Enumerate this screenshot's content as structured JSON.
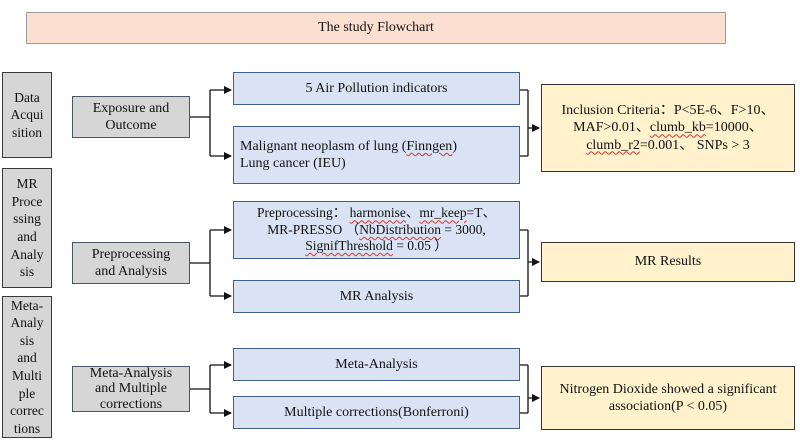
{
  "title": "The study Flowchart",
  "phases": {
    "data_acquisition": [
      "Data",
      "Acqui",
      "sition"
    ],
    "mr_processing": [
      "MR",
      "Proce",
      "ssing",
      "and",
      "Analy",
      "sis"
    ],
    "meta_analysis": [
      "Meta-",
      "Analy",
      "sis",
      "and",
      "Multi",
      "ple",
      "correc",
      "tions"
    ]
  },
  "steps": {
    "exposure": [
      "Exposure and",
      "Outcome"
    ],
    "preprocessing": [
      "Preprocessing",
      "and Analysis"
    ],
    "meta": [
      "Meta-Analysis",
      "and Multiple",
      "corrections"
    ]
  },
  "boxes": {
    "air_pollution": "5 Air Pollution indicators",
    "outcome_line1_pre": "Malignant neoplasm of lung (",
    "outcome_line1_finngen": "Finngen",
    "outcome_line1_post": ")",
    "outcome_line2": "Lung cancer (IEU)",
    "pre_l1_a": "Preprocessing：",
    "pre_l1_b": "harmonise",
    "pre_l1_c": "、",
    "pre_l1_d": "mr_keep",
    "pre_l1_e": "=T、",
    "pre_l2_a": "MR-PRESSO （",
    "pre_l2_b": "NbDistribution",
    "pre_l2_c": " = 3000,",
    "pre_l3_a": "SignifThreshold",
    "pre_l3_b": " = 0.05 ）",
    "mr_analysis": "MR Analysis",
    "meta_analysis": "Meta-Analysis",
    "multiple_corrections": "Multiple corrections(Bonferroni)"
  },
  "results": {
    "inclusion_l1": "Inclusion Criteria：P<5E-6、F>10、",
    "inclusion_l2_a": "MAF>0.01、",
    "inclusion_l2_b": "clumb_kb",
    "inclusion_l2_c": "=10000、",
    "inclusion_l3_a": "clumb_r2",
    "inclusion_l3_b": "=0.001、 SNPs > 3",
    "mr_results": "MR Results",
    "no2_l1": "Nitrogen Dioxide showed a significant",
    "no2_l2": "association(P < 0.05)"
  }
}
